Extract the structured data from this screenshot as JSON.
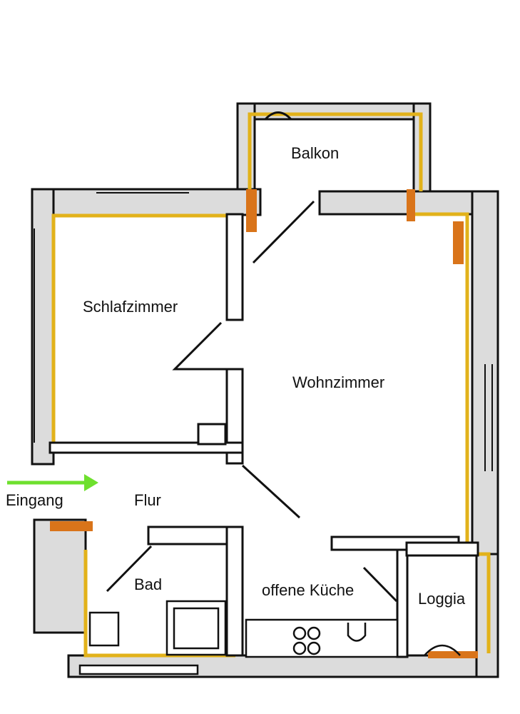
{
  "rooms": {
    "balkon": "Balkon",
    "schlafzimmer": "Schlafzimmer",
    "wohnzimmer": "Wohnzimmer",
    "flur": "Flur",
    "eingang": "Eingang",
    "bad": "Bad",
    "kueche": "offene Küche",
    "loggia": "Loggia"
  },
  "colors": {
    "wall": "#111111",
    "wall_fill": "#d9d9d9",
    "wall_edge": "#e2b21a",
    "accent": "#d9741a",
    "arrow": "#6ee02e"
  }
}
